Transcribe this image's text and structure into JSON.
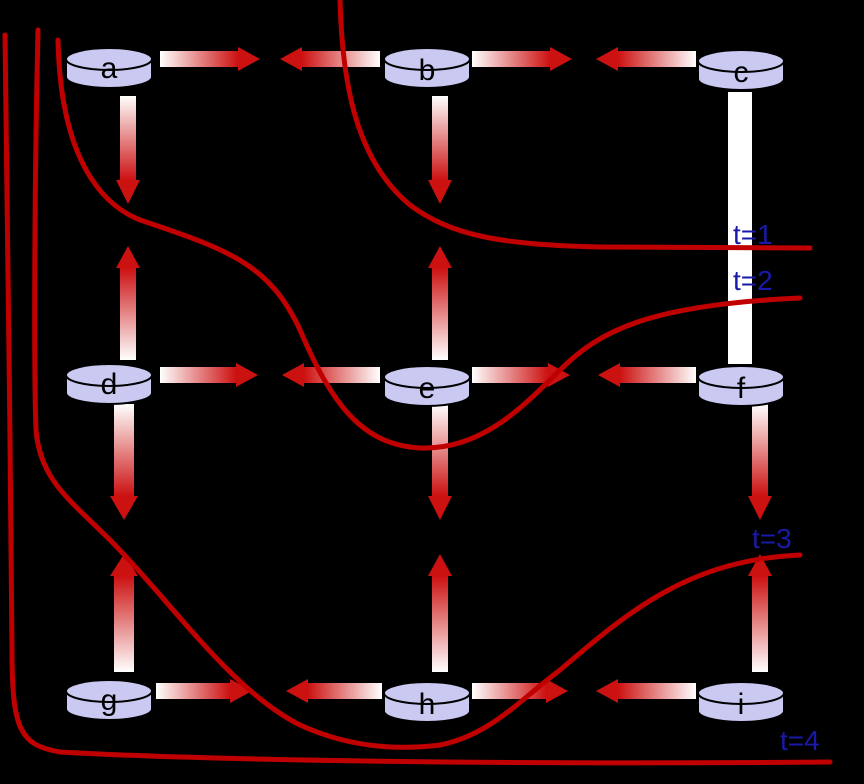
{
  "nodes": {
    "a": "a",
    "b": "b",
    "c": "c",
    "d": "d",
    "e": "e",
    "f": "f",
    "g": "g",
    "h": "h",
    "i": "i"
  },
  "time_labels": {
    "t1": "t=1",
    "t2": "t=2",
    "t3": "t=3",
    "t4": "t=4"
  },
  "colors": {
    "background": "#000000",
    "node_fill": "#c9c9f2",
    "link": "#ffffff",
    "arrow": "#cc1111",
    "wavefront": "#c00000",
    "time_label": "#1a1aa8"
  },
  "arrows": [
    {
      "from": "a",
      "to": "b"
    },
    {
      "from": "b",
      "to": "a"
    },
    {
      "from": "b",
      "to": "c"
    },
    {
      "from": "c",
      "to": "b"
    },
    {
      "from": "a",
      "to": "d"
    },
    {
      "from": "d",
      "to": "a"
    },
    {
      "from": "b",
      "to": "e"
    },
    {
      "from": "e",
      "to": "b"
    },
    {
      "from": "d",
      "to": "e"
    },
    {
      "from": "e",
      "to": "d"
    },
    {
      "from": "e",
      "to": "f"
    },
    {
      "from": "f",
      "to": "e"
    },
    {
      "from": "d",
      "to": "g"
    },
    {
      "from": "g",
      "to": "d"
    },
    {
      "from": "e",
      "to": "h"
    },
    {
      "from": "h",
      "to": "e"
    },
    {
      "from": "f",
      "to": "i"
    },
    {
      "from": "i",
      "to": "f"
    },
    {
      "from": "g",
      "to": "h"
    },
    {
      "from": "h",
      "to": "g"
    },
    {
      "from": "h",
      "to": "i"
    },
    {
      "from": "i",
      "to": "h"
    }
  ]
}
